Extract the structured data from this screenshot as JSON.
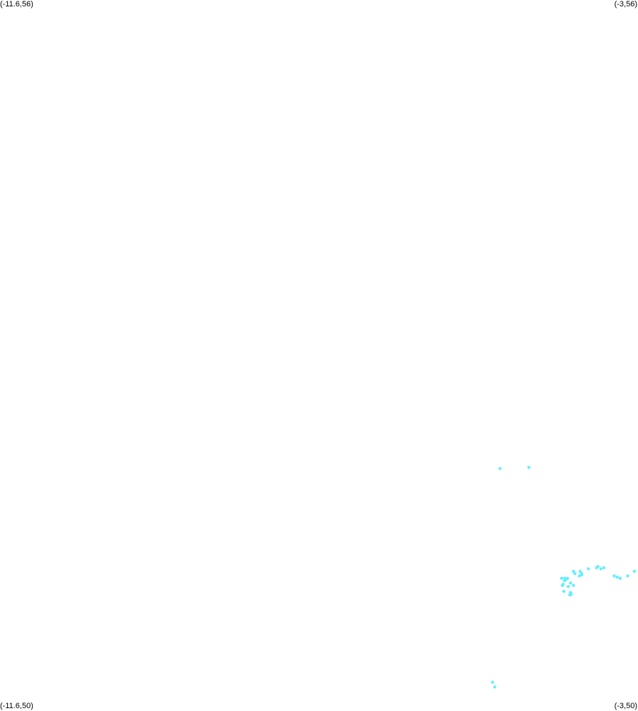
{
  "map": {
    "background": "#ffffff",
    "corners": {
      "top_left": "(-11.6,56)",
      "top_right": "(-3,56)",
      "bottom_left": "(-11.6,50)",
      "bottom_right": "(-3,50)"
    },
    "lon_range": [
      -11.6,
      -3
    ],
    "lat_range": [
      50,
      56
    ]
  },
  "chart_data": {
    "type": "scatter",
    "xlabel": "",
    "ylabel": "",
    "xlim": [
      -11.6,
      -3
    ],
    "ylim": [
      50,
      56
    ],
    "color": "#66eeff",
    "points": [
      [
        -4.86,
        52.03
      ],
      [
        -4.47,
        52.04
      ],
      [
        -3.54,
        51.2
      ],
      [
        -3.56,
        51.19
      ],
      [
        -3.5,
        51.18
      ],
      [
        -3.46,
        51.19
      ],
      [
        -3.67,
        51.18
      ],
      [
        -3.87,
        51.16
      ],
      [
        -3.78,
        51.16
      ],
      [
        -3.85,
        51.14
      ],
      [
        -3.76,
        51.14
      ],
      [
        -3.76,
        51.13
      ],
      [
        -3.79,
        51.12
      ],
      [
        -3.24,
        51.1
      ],
      [
        -3.32,
        51.12
      ],
      [
        -3.28,
        51.11
      ],
      [
        -3.05,
        51.16
      ],
      [
        -3.14,
        51.12
      ],
      [
        -3.95,
        51.1
      ],
      [
        -3.99,
        51.1
      ],
      [
        -4.03,
        51.1
      ],
      [
        -3.97,
        51.09
      ],
      [
        -3.99,
        51.08
      ],
      [
        -3.91,
        51.06
      ],
      [
        -4.01,
        51.05
      ],
      [
        -4.02,
        51.04
      ],
      [
        -3.94,
        51.03
      ],
      [
        -3.87,
        51.04
      ],
      [
        -4.0,
        50.99
      ],
      [
        -3.91,
        50.98
      ],
      [
        -3.9,
        50.97
      ],
      [
        -3.91,
        50.96
      ],
      [
        -3.92,
        50.96
      ],
      [
        -4.96,
        50.22
      ],
      [
        -4.93,
        50.18
      ]
    ]
  }
}
